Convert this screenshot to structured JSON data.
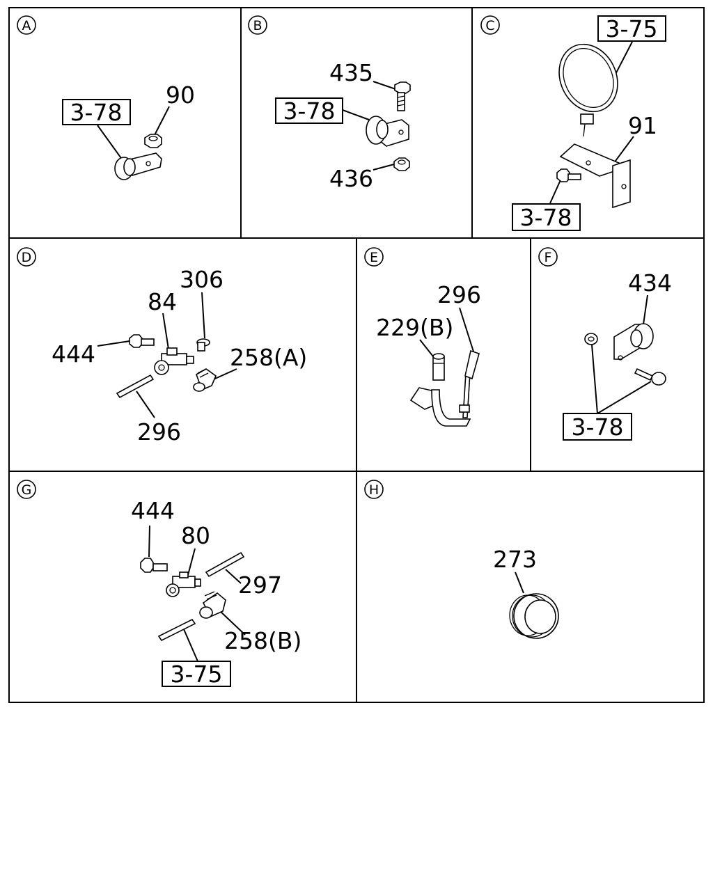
{
  "sections": {
    "A": {
      "letter": "A",
      "refs": [
        "3-78"
      ],
      "parts": [
        "90"
      ]
    },
    "B": {
      "letter": "B",
      "refs": [
        "3-78"
      ],
      "parts": [
        "435",
        "436"
      ]
    },
    "C": {
      "letter": "C",
      "refs": [
        "3-75",
        "3-78"
      ],
      "parts": [
        "91"
      ]
    },
    "D": {
      "letter": "D",
      "parts": [
        "306",
        "84",
        "444",
        "258(A)",
        "296"
      ]
    },
    "E": {
      "letter": "E",
      "parts": [
        "296",
        "229(B)"
      ]
    },
    "F": {
      "letter": "F",
      "refs": [
        "3-78"
      ],
      "parts": [
        "434"
      ]
    },
    "G": {
      "letter": "G",
      "refs": [
        "3-75"
      ],
      "parts": [
        "444",
        "80",
        "297",
        "258(B)"
      ]
    },
    "H": {
      "letter": "H",
      "parts": [
        "273"
      ]
    }
  }
}
